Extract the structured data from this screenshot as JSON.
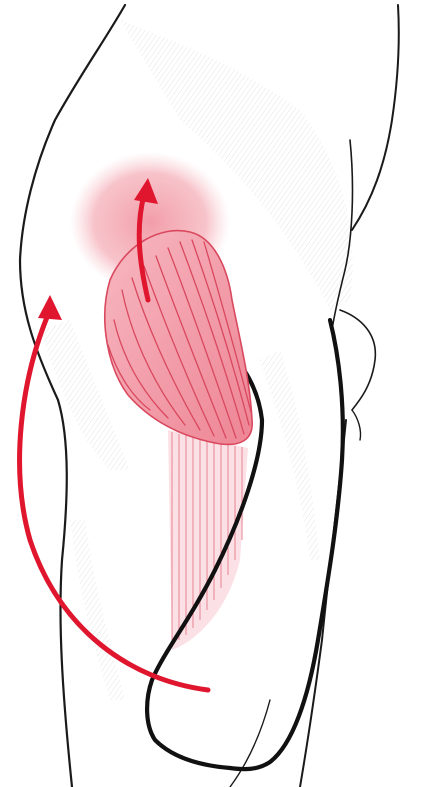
{
  "image": {
    "subject": "thigh-and-hip-anatomy-illustration",
    "colors": {
      "outline": "#1a1a1a",
      "skin_shade": "#8a8a8a",
      "muscle_fill": "#f3a5b0",
      "muscle_stripe": "#e24c63",
      "arrow": "#e0162e",
      "glow": "#f2a3ad",
      "paper": "#ffffff"
    },
    "elements": [
      "body-outline",
      "muscle-bundle",
      "tendon-band",
      "red-curved-arrow-left",
      "red-curved-arrow-up",
      "pink-glow-area"
    ]
  }
}
